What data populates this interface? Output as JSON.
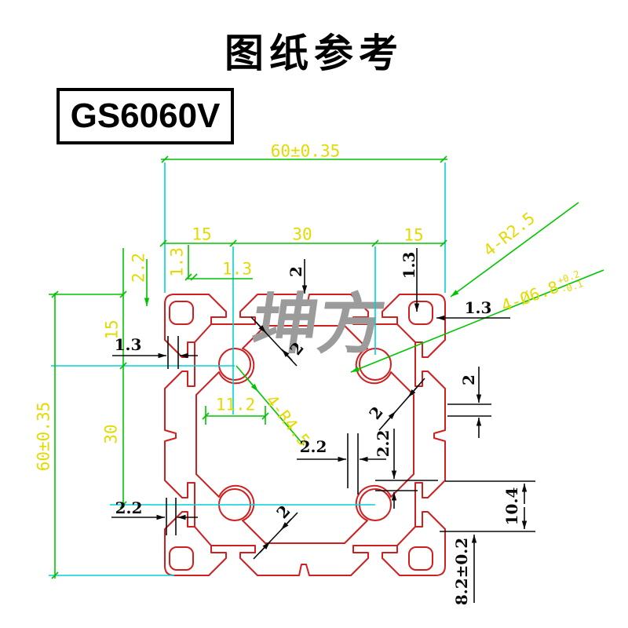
{
  "page": {
    "title": "图纸参考",
    "model": "GS6060V",
    "watermark": "坤方"
  },
  "colors": {
    "profile_red": "#cf1f1f",
    "dim_green": "#00c400",
    "ext_cyan": "#00d4d4",
    "text_yellow": "#e3da00",
    "text_black": "#0a0a0a",
    "watermark_gray": "#9b9b9b"
  },
  "labels": {
    "dim60_top": "60±0.35",
    "seg15a": "15",
    "seg30": "30",
    "seg15b": "15",
    "rot22_tl": "2.2",
    "rot13_tl": "1.3",
    "lip13_yellow": "1.3",
    "wall2_top": "2",
    "lip13_tr": "1.3",
    "lip13_right": "1.3",
    "corner_radius": "4-R2.5",
    "hole_dia": "4-Ø6.8",
    "hole_tol_up": "+0.2",
    "hole_tol_dn": "-0.1",
    "channel_width": "11.2",
    "center_radius": "4-R4.5",
    "gap22_center": "2.2",
    "gap22_right": "2.2",
    "lip2_right": "2",
    "wall2_diag1": "2",
    "wall2_diag2": "2",
    "wall2_diag3": "2",
    "gap22_bottomleft": "2.2",
    "lip13_left": "1.3",
    "seg15_left": "15",
    "seg30_left": "30",
    "dim60_left": "60±0.35",
    "slot_opening": "10.4",
    "groove_depth": "8.2±0.2"
  }
}
